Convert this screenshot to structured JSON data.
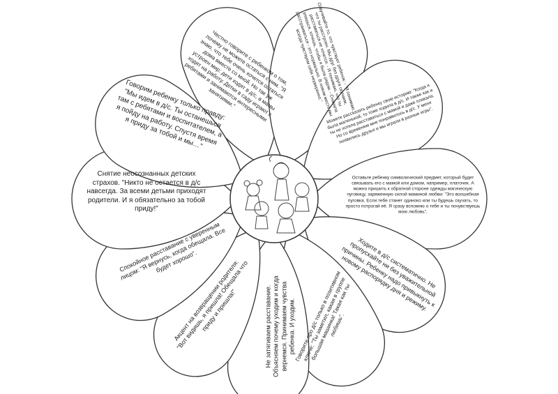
{
  "petals": [
    {
      "text": "Честно говорите с ребенком о том, почему не можете остаться с ним. \"Я знаю, что тебе очень хочется остаться дома вместе со мной. Но так уж устроен мир: дети ходят в д/с, а мамы ходят на работу. Детки в саду играют с ребятами и занимаются интересными занятиями.\""
    },
    {
      "text": "Озвучивайте то, что чувствует ребенок: - \"Я понимаю, что ты расстроен. Мы друг без друга скучаем, расставаться не хочется. - Я понимаю, что ты злишься, хочешь, чтобы я была рядом. - Сначала расстраиваться - это нормально. В новом месте мы всегда чувствуем себя неуверенно.\""
    },
    {
      "text": "Можете рассказать ребенку свою историю: \"Когда я была маленькой, то тоже ходила в д/с. И также как и ты не хотела расставаться с мамой и даже плакала. Но со временем мне понравилось в д/с. У меня появились друзья и мы играли в разные игры\"."
    },
    {
      "text": "Оставьте ребенку символический предмет, который будет связывать его с мамой или домом, например, платочек. А можно пришить к обратной стороне одежды магическую пуговицу, заряженную силой маминой любви: \"Это волшебная пуговка. Если тебе станет одиноко или ты будешь скучать, то просто потрогай её. Я сразу вспомню о тебе и ты почувствуешь мою любовь\"."
    },
    {
      "text": "Ходите в д/с систематично. Не пропускайте ни без уважительной причины. Ребенку надо привыкнуть к новому распорядку дня и режиму."
    },
    {
      "text": "Говорите про д/с только в позитивном ключе: \"Ты заметил, какая в группе большая машинка! Такая как ты любишь\"."
    },
    {
      "text": "Не затягиваем расставание. Объясняем почему уходим и когда вернемся. Принимаем чувства ребенка. И уходим."
    },
    {
      "text": "Акцент на возвращении родителя: \"Вот видишь, я пришла! Обещала что приду и пришла!\""
    },
    {
      "text": "Спокойное расставание с уверенным лицом: \"Я вернусь, когда обещала. Все будет хорошо\"."
    },
    {
      "text": "Снятие неосознанных детских страхов. \"Никто не остается в д/с навсегда. За всеми детьми приходят родители. И я обязательно за тобой приду!\""
    },
    {
      "text": "Говорим ребенку только правду: \"Мы идем в д/с. Ты останешься там с ребятами и воспитателем, а я пойду на работу. Спустя время я приду за тобой и мы…\""
    }
  ],
  "center": {
    "icon": "teacher-with-children-illustration"
  }
}
